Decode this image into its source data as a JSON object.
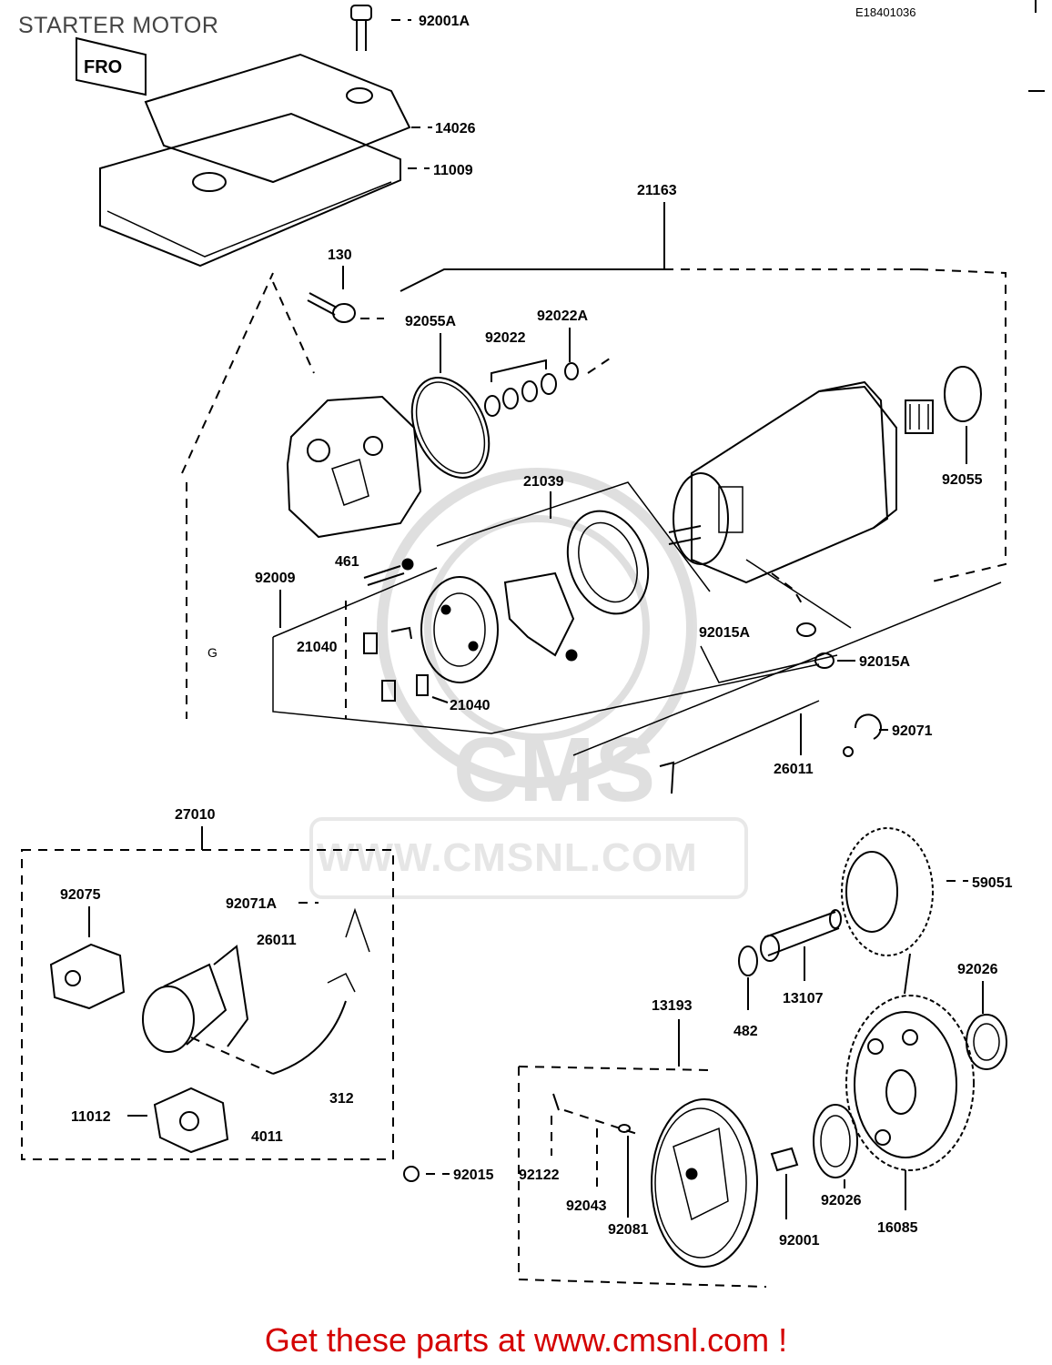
{
  "title": "STARTER MOTOR",
  "diagram_code": "E18401036",
  "watermark": "WWW.CMSNL.COM",
  "watermark_logo": "CMS",
  "footer_cta": "Get these parts at www.cmsnl.com !",
  "parts": {
    "p92001A": "92001A",
    "p14026": "14026",
    "p11009": "11009",
    "p21163": "21163",
    "p130": "130",
    "p92055A": "92055A",
    "p92022A": "92022A",
    "p92022": "92022",
    "p21039": "21039",
    "p92055": "92055",
    "p461": "461",
    "p92009": "92009",
    "p21040a": "21040",
    "p21040b": "21040",
    "p92015A_a": "92015A",
    "p92015A_b": "92015A",
    "p92071": "92071",
    "p26011": "26011",
    "p27010": "27010",
    "p92075": "92075",
    "p92071A": "92071A",
    "p26011b": "26011",
    "p59051": "59051",
    "p92026a": "92026",
    "p13107": "13107",
    "p482": "482",
    "p13193": "13193",
    "p11012": "11012",
    "p312": "312",
    "p4011": "4011",
    "p92015": "92015",
    "p92122": "92122",
    "p92043": "92043",
    "p92081": "92081",
    "p92001": "92001",
    "p92026b": "92026",
    "p16085": "16085"
  }
}
